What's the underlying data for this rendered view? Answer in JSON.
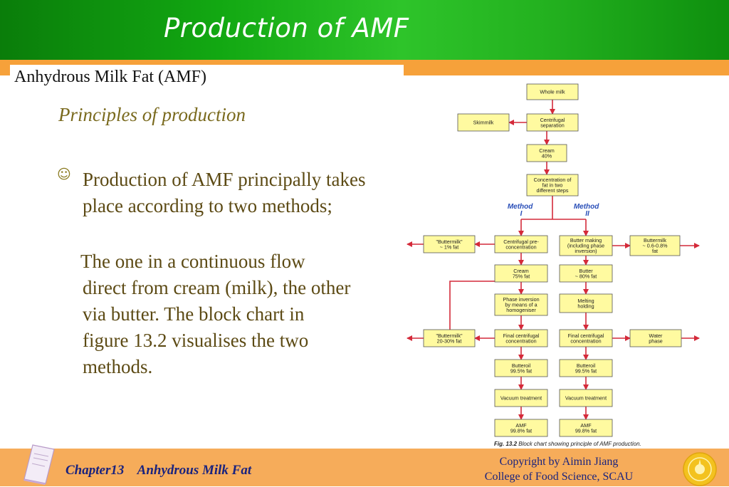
{
  "slide": {
    "title": "Production of AMF",
    "subtitle": "Anhydrous Milk Fat (AMF)",
    "principles_heading": "Principles of production",
    "bullet_icon": "smiley-icon",
    "bullet_text": "Production of AMF principally takes place according to two methods;",
    "paragraph": "The one in a continuous flow direct from cream (milk), the other via butter. The block chart in figure 13.2 visualises the two methods."
  },
  "diagram": {
    "nodes": {
      "whole_milk": [
        "Whole milk"
      ],
      "centrifugal_separation": [
        "Centrifugal",
        "separation"
      ],
      "skimmilk": [
        "Skimmilk"
      ],
      "cream_40": [
        "Cream",
        "40%"
      ],
      "concentration": [
        "Concentration of",
        "fat in two",
        "different steps"
      ],
      "buttermilk_1": [
        "\"Buttermilk\"",
        "~ 1% fat"
      ],
      "centrifugal_pre": [
        "Centrifugal pre-",
        "concentration"
      ],
      "butter_making": [
        "Butter making",
        "(including phase",
        "inversion)"
      ],
      "buttermilk_06": [
        "Buttermilk",
        "~ 0.6-0.8%",
        "fat"
      ],
      "cream_75": [
        "Cream",
        "75% fat"
      ],
      "butter_80": [
        "Butter",
        "~ 80% fat"
      ],
      "phase_inversion": [
        "Phase inversion",
        "by means of a",
        "homogeniser"
      ],
      "melting": [
        "Melting",
        "holding"
      ],
      "buttermilk_20": [
        "\"Buttermilk\"",
        "20-30% fat"
      ],
      "final_centrifugal_1": [
        "Final centrifugal",
        "concentration"
      ],
      "final_centrifugal_2": [
        "Final centrifugal",
        "concentration"
      ],
      "water_phase": [
        "Water",
        "phase"
      ],
      "butteroil_1": [
        "Butteroil",
        "99.5% fat"
      ],
      "butteroil_2": [
        "Butteroil",
        "99.5% fat"
      ],
      "vacuum_1": [
        "Vacuum treatment"
      ],
      "vacuum_2": [
        "Vacuum treatment"
      ],
      "amf_1": [
        "AMF",
        "99.8% fat"
      ],
      "amf_2": [
        "AMF",
        "99.8% fat"
      ]
    },
    "method_1": [
      "Method",
      "I"
    ],
    "method_2": [
      "Method",
      "II"
    ],
    "caption_label": "Fig. 13.2",
    "caption_text": " Block chart showing principle of AMF production.",
    "box_color": "#fffaa0",
    "arrow_color": "#d42a3a"
  },
  "footer": {
    "chapter": "Chapter13    Anhydrous Milk Fat",
    "copyright_line1": "Copyright by Aimin Jiang",
    "copyright_line2": "College of Food Science, SCAU",
    "book_icon": "book-icon",
    "logo_icon": "university-seal-icon"
  }
}
